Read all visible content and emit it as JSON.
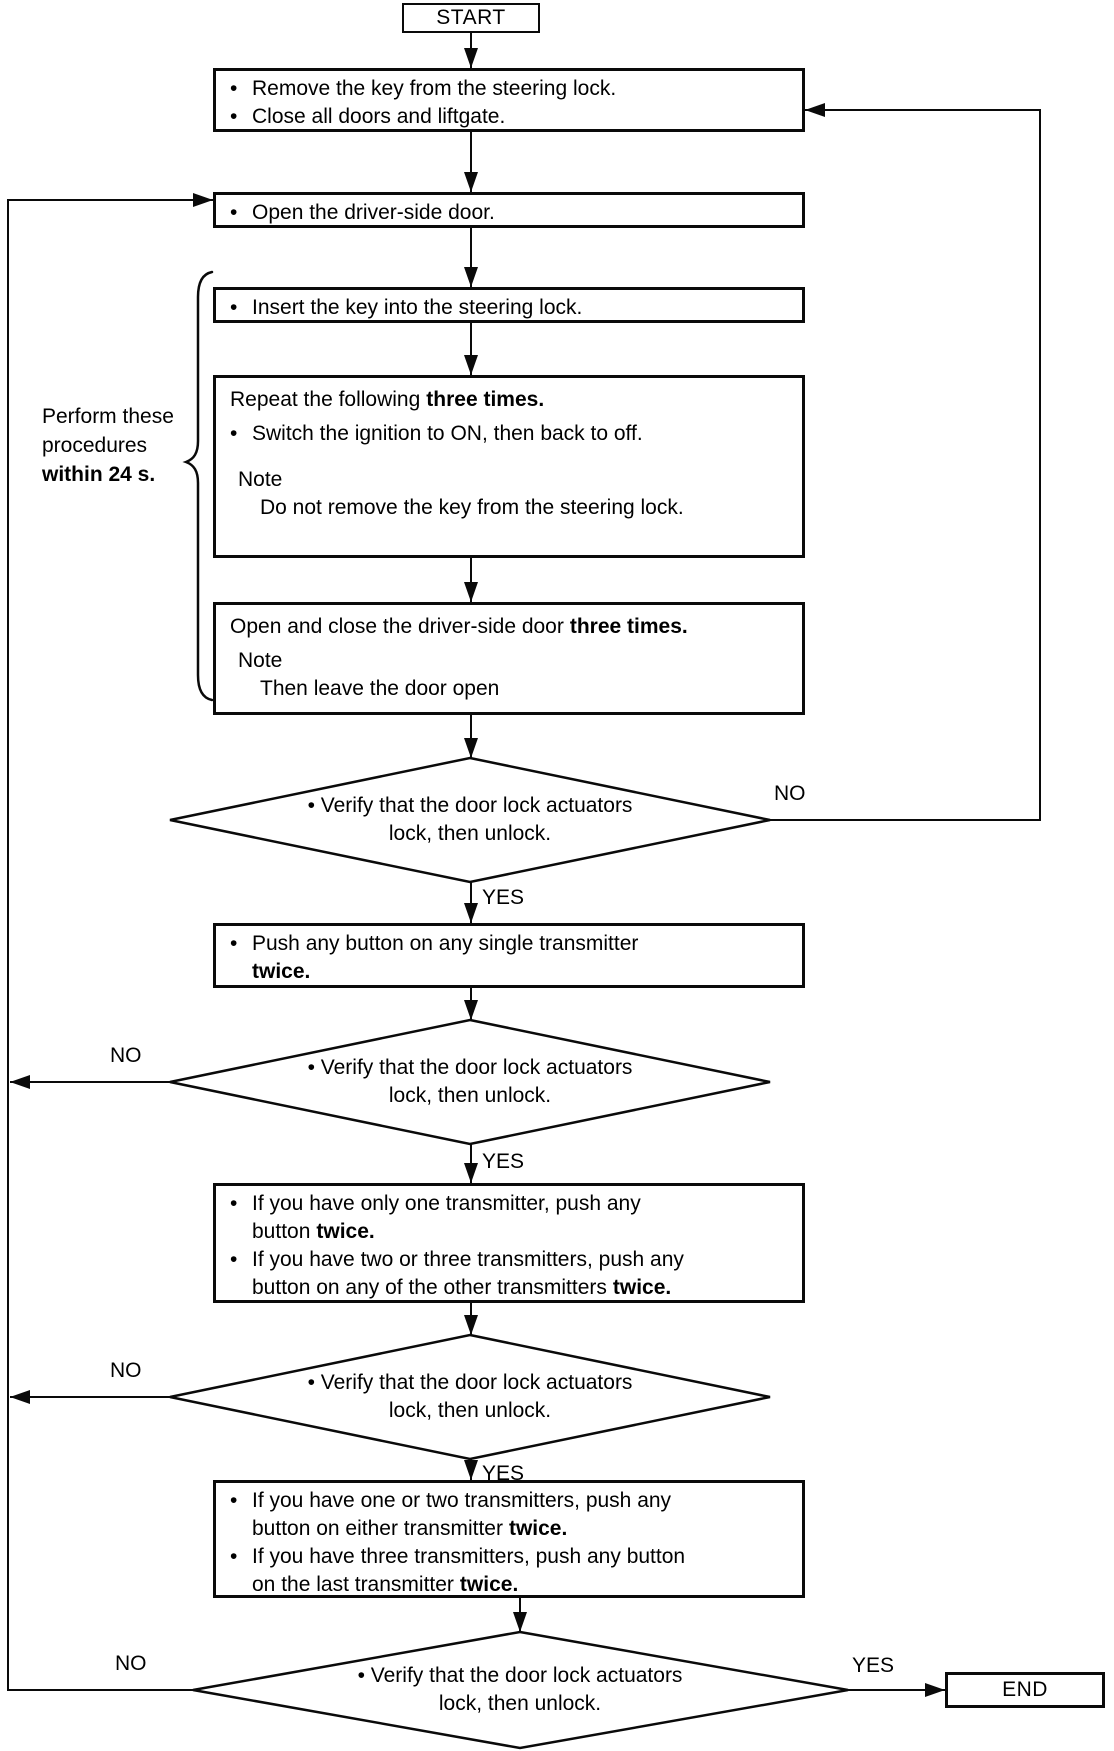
{
  "glyphs": {
    "bullet": "•"
  },
  "labels": {
    "yes": "YES",
    "no": "NO"
  },
  "start": {
    "label": "START"
  },
  "end": {
    "label": "END"
  },
  "side_note": {
    "line1": "Perform these",
    "line2": "procedures",
    "line3": "within 24 s."
  },
  "boxes": {
    "remove_key": {
      "item1": "Remove the key from  the steering lock.",
      "item2": "Close all doors and liftgate."
    },
    "open_door": {
      "item1": "Open the driver-side door."
    },
    "insert_key": {
      "item1": "Insert the key into the steering lock."
    },
    "repeat_ignition": {
      "title": "Repeat the following",
      "title_bold": "three times.",
      "item1": "Switch the ignition to ON, then back to off.",
      "note_label": "Note",
      "note_text": "Do not remove the key from the steering lock."
    },
    "open_close_door": {
      "title": "Open and close the driver-side door",
      "title_bold": "three times.",
      "note_label": "Note",
      "note_text": "Then leave the door open"
    },
    "push_any_button": {
      "line1": "Push any button on any single transmitter",
      "bold": "twice."
    },
    "one_transmitter": {
      "item1_line1": "If you have only one transmitter, push any",
      "item1_line2": "button",
      "item1_bold": "twice.",
      "item2_line1": "If you have two or three transmitters, push any",
      "item2_line2": "button on any of the other transmitters",
      "item2_bold": "twice."
    },
    "one_or_two_transmitters": {
      "item1_line1": "If you have one or two transmitters, push any",
      "item1_line2": "button on either transmitter",
      "item1_bold": "twice.",
      "item2_line1": "If you have three transmitters, push any button",
      "item2_line2": "on the last transmitter",
      "item2_bold": "twice."
    }
  },
  "decision_verify": {
    "line1": "Verify that the door lock actuators",
    "line2": "lock, then unlock."
  }
}
